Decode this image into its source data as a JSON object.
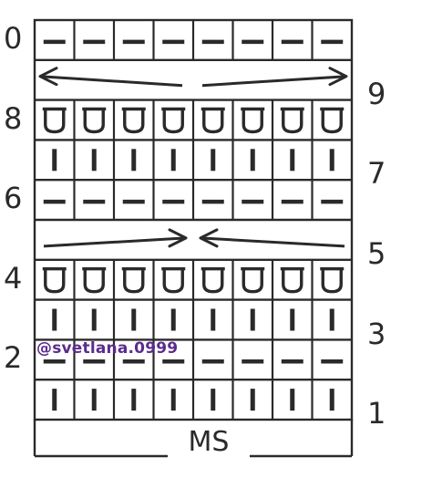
{
  "chart": {
    "columns": 8,
    "rows": [
      {
        "number": "0",
        "side": "left",
        "symbol": "dash"
      },
      {
        "number": "9",
        "side": "right",
        "symbol": "arrows-outward"
      },
      {
        "number": "8",
        "side": "left",
        "symbol": "slipped"
      },
      {
        "number": "7",
        "side": "right",
        "symbol": "bar"
      },
      {
        "number": "6",
        "side": "left",
        "symbol": "dash"
      },
      {
        "number": "5",
        "side": "right",
        "symbol": "arrows-inward"
      },
      {
        "number": "4",
        "side": "left",
        "symbol": "slipped"
      },
      {
        "number": "3",
        "side": "right",
        "symbol": "bar"
      },
      {
        "number": "2",
        "side": "left",
        "symbol": "dash"
      },
      {
        "number": "1",
        "side": "right",
        "symbol": "bar"
      }
    ],
    "repeat_label": "MS",
    "line_color": "#2a2a2a"
  },
  "watermark": "@svetlana.0999",
  "watermark_color": "#5b2c8c"
}
